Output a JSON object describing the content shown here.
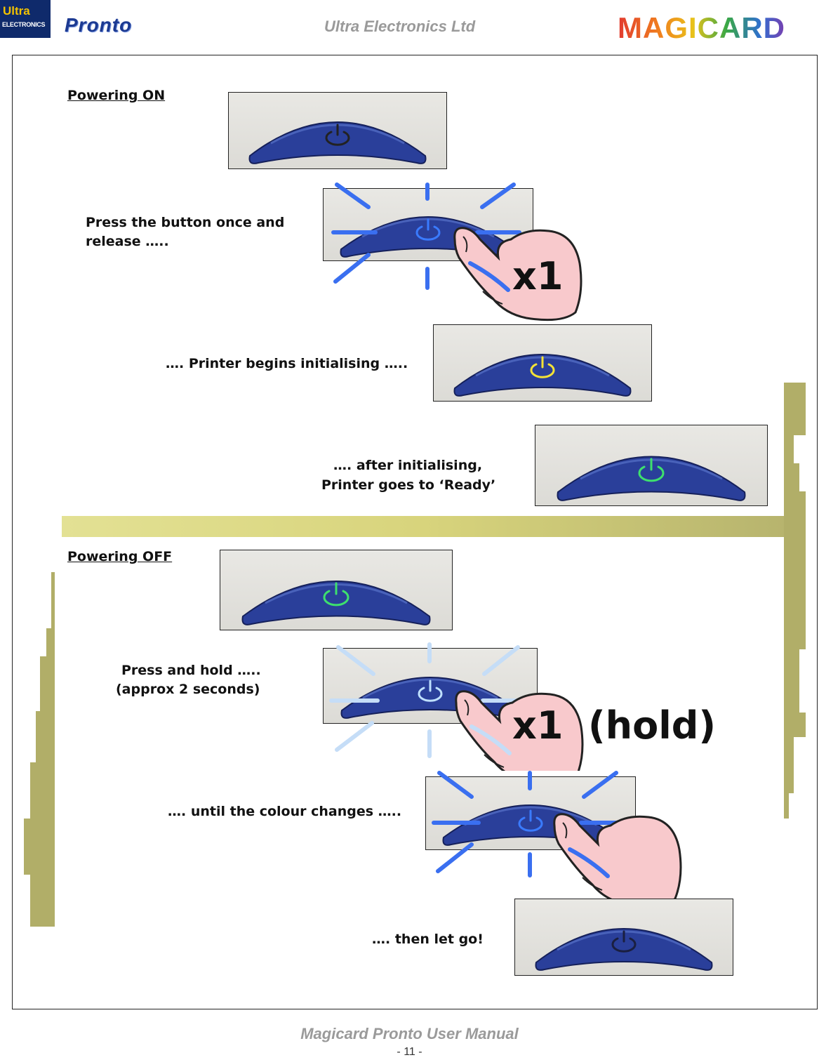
{
  "header": {
    "company": "Ultra Electronics Ltd",
    "logo_ultra": "Ultra",
    "logo_ultra_sub": "ELECTRONICS",
    "logo_pronto": "Pronto",
    "logo_magicard": "MAGICARD"
  },
  "footer": {
    "title": "Magicard Pronto User Manual",
    "page": "- 11 -"
  },
  "colors": {
    "button_blue": "#2a3f9a",
    "led_off": "#222222",
    "led_blue": "#3a7bff",
    "led_yellow": "#f4e236",
    "led_green": "#3ee06d",
    "hand": "#f8c9cc",
    "olive": "#b1ae68"
  },
  "powering_on": {
    "heading": "Powering ON",
    "step1": {
      "line1": "Press the button once and",
      "line2": "release ….."
    },
    "count": "x1",
    "step2": "…. Printer begins initialising …..",
    "step3": {
      "line1": "…. after initialising,",
      "line2": "Printer goes to ‘Ready’"
    }
  },
  "powering_off": {
    "heading": "Powering OFF",
    "step1": {
      "line1": "Press and hold …..",
      "line2": "(approx 2 seconds)"
    },
    "count": "x1",
    "hold": "(hold)",
    "step2": "…. until the colour changes …..",
    "step3": "…. then let go!"
  }
}
